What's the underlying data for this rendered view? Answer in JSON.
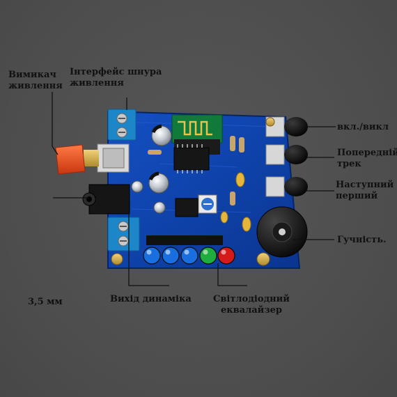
{
  "labels": {
    "power_switch": "Вимикач\nживлення",
    "power_cord": "Інтерфейс шнура\nживлення",
    "on_off": "вкл./викл",
    "prev_track": "Попередній\nтрек",
    "next_track": "Наступний\nперший",
    "volume": "Гучність.",
    "jack": "3,5 мм",
    "speaker_out": "Вихід динаміка",
    "led_eq": "Світлодіодний\nеквалайзер"
  },
  "led_colors": [
    "#1a6fe0",
    "#1a6fe0",
    "#1a6fe0",
    "#1fae3d",
    "#d51a1a"
  ],
  "colors": {
    "board": "#0b3fa6",
    "terminal": "#1c86c8",
    "button_cap": "#e24b1e",
    "leader": "#111111"
  }
}
